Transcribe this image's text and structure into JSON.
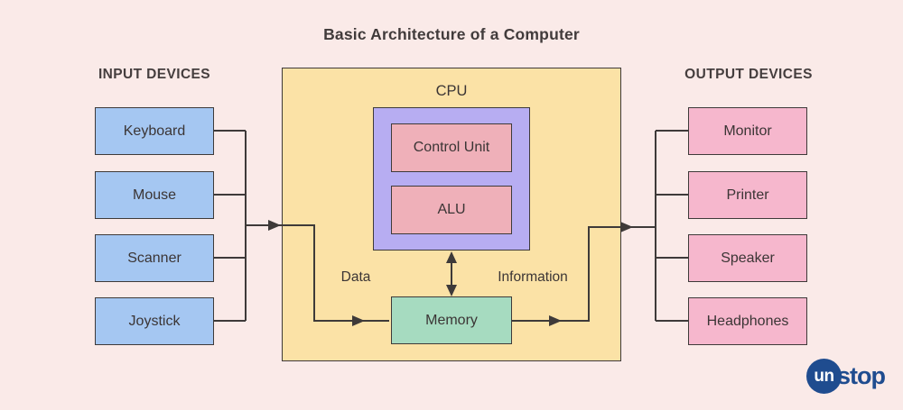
{
  "title": "Basic Architecture of a Computer",
  "input_section": {
    "heading": "INPUT DEVICES",
    "devices": [
      "Keyboard",
      "Mouse",
      "Scanner",
      "Joystick"
    ]
  },
  "output_section": {
    "heading": "OUTPUT DEVICES",
    "devices": [
      "Monitor",
      "Printer",
      "Speaker",
      "Headphones"
    ]
  },
  "cpu": {
    "label": "CPU",
    "control_unit_label": "Control Unit",
    "alu_label": "ALU"
  },
  "memory_label": "Memory",
  "flow_labels": {
    "data": "Data",
    "information": "Information"
  },
  "logo": {
    "prefix": "un",
    "suffix": "stop"
  },
  "colors": {
    "background": "#faeae8",
    "input_box": "#a5c7f2",
    "cpu_box": "#fbe2a6",
    "cpu_inner_box": "#b7adf2",
    "unit_box": "#efb0b9",
    "memory_box": "#a6dbc0",
    "output_box": "#f6b7cd",
    "line": "#3e3a39",
    "logo_navy": "#1f4c8f"
  }
}
